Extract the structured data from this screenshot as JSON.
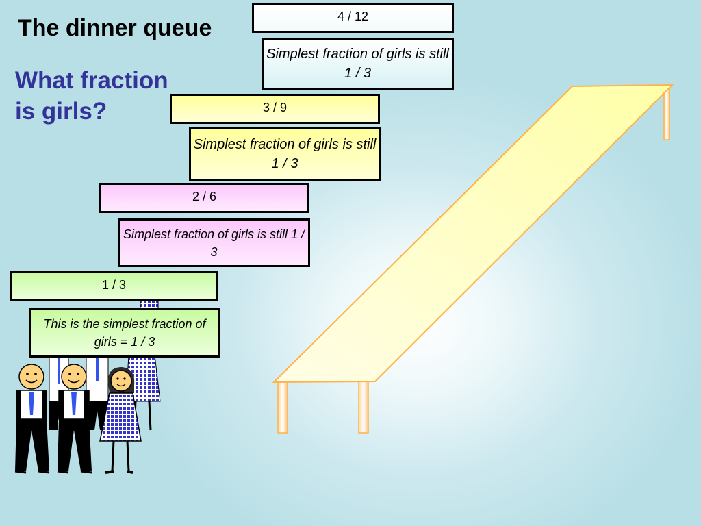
{
  "slide": {
    "title": "The dinner queue",
    "question": "What fraction is girls?"
  },
  "boxes": [
    {
      "name": "fraction-4-12",
      "text": "4 / 12"
    },
    {
      "name": "note-4-12",
      "text": "Simplest fraction of girls is still 1 / 3"
    },
    {
      "name": "fraction-3-9",
      "text": "3 / 9"
    },
    {
      "name": "note-3-9",
      "text": "Simplest fraction of girls is still 1 / 3"
    },
    {
      "name": "fraction-2-6",
      "text": "2 / 6"
    },
    {
      "name": "note-2-6",
      "text": "Simplest fraction of girls is still 1 / 3"
    },
    {
      "name": "fraction-1-3",
      "text": "1 / 3"
    },
    {
      "name": "note-1-3",
      "text": "This is the simplest fraction of girls  = 1 / 3"
    }
  ],
  "colors": {
    "question_text": "#333399",
    "table_top": "#ffffc0",
    "table_edge": "#ffb347",
    "yellow_box": "#ffff9c",
    "pink_box": "#fbc8fb",
    "green_box": "#c8fba0",
    "cyan_box": "#d7f1f5",
    "girl_dress": "#3333cc",
    "tie": "#3355ee"
  }
}
